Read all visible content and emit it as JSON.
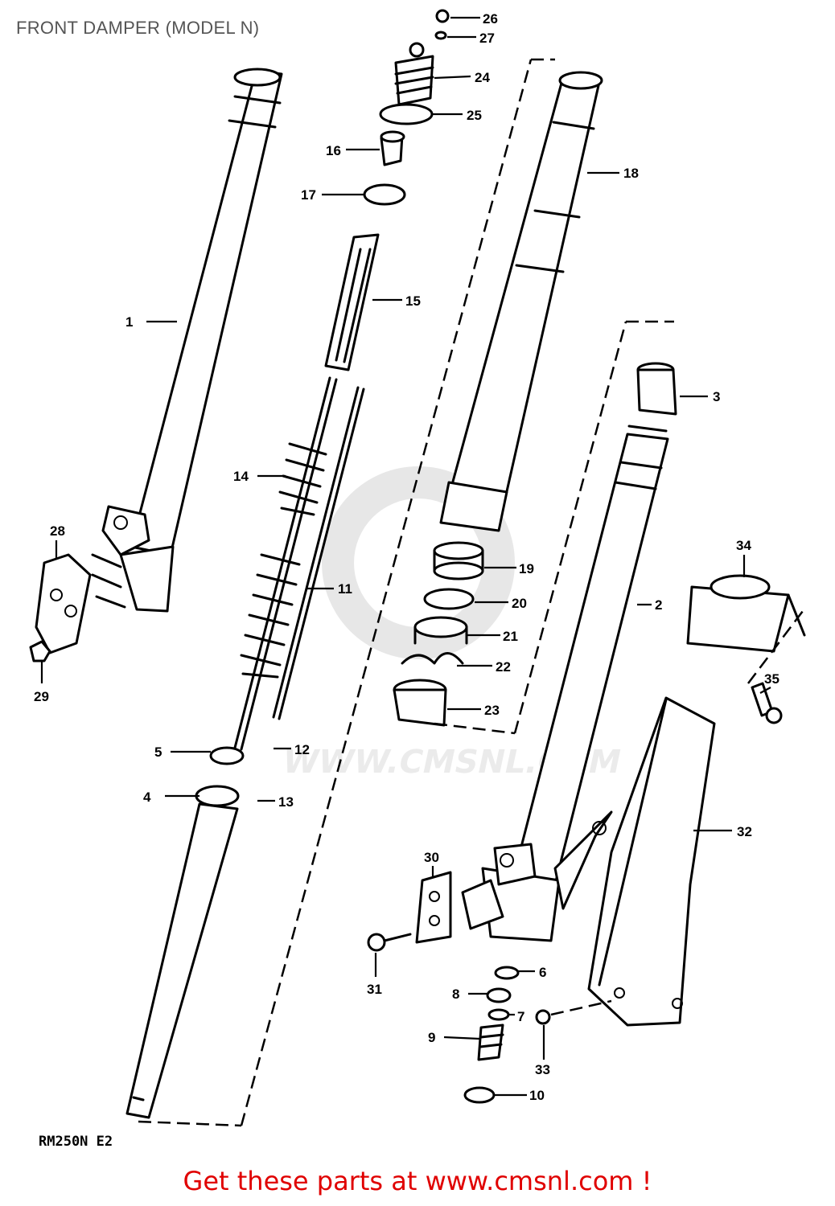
{
  "page": {
    "title": "FRONT DAMPER (MODEL N)",
    "diagram_code": "RM250N E2",
    "footer": "Get these parts at www.cmsnl.com !",
    "watermark": "WWW.CMSNL.COM",
    "footer_color": "#e00000"
  },
  "callouts": [
    {
      "id": "1",
      "label": "1"
    },
    {
      "id": "2",
      "label": "2"
    },
    {
      "id": "3",
      "label": "3"
    },
    {
      "id": "4",
      "label": "4"
    },
    {
      "id": "5",
      "label": "5"
    },
    {
      "id": "6",
      "label": "6"
    },
    {
      "id": "7",
      "label": "7"
    },
    {
      "id": "8",
      "label": "8"
    },
    {
      "id": "9",
      "label": "9"
    },
    {
      "id": "10",
      "label": "10"
    },
    {
      "id": "11",
      "label": "11"
    },
    {
      "id": "12",
      "label": "12"
    },
    {
      "id": "13",
      "label": "13"
    },
    {
      "id": "14",
      "label": "14"
    },
    {
      "id": "15",
      "label": "15"
    },
    {
      "id": "16",
      "label": "16"
    },
    {
      "id": "17",
      "label": "17"
    },
    {
      "id": "18",
      "label": "18"
    },
    {
      "id": "19",
      "label": "19"
    },
    {
      "id": "20",
      "label": "20"
    },
    {
      "id": "21",
      "label": "21"
    },
    {
      "id": "22",
      "label": "22"
    },
    {
      "id": "23",
      "label": "23"
    },
    {
      "id": "24",
      "label": "24"
    },
    {
      "id": "25",
      "label": "25"
    },
    {
      "id": "26",
      "label": "26"
    },
    {
      "id": "27",
      "label": "27"
    },
    {
      "id": "28",
      "label": "28"
    },
    {
      "id": "29",
      "label": "29"
    },
    {
      "id": "30",
      "label": "30"
    },
    {
      "id": "31",
      "label": "31"
    },
    {
      "id": "32",
      "label": "32"
    },
    {
      "id": "33",
      "label": "33"
    },
    {
      "id": "34",
      "label": "34"
    },
    {
      "id": "35",
      "label": "35"
    }
  ]
}
